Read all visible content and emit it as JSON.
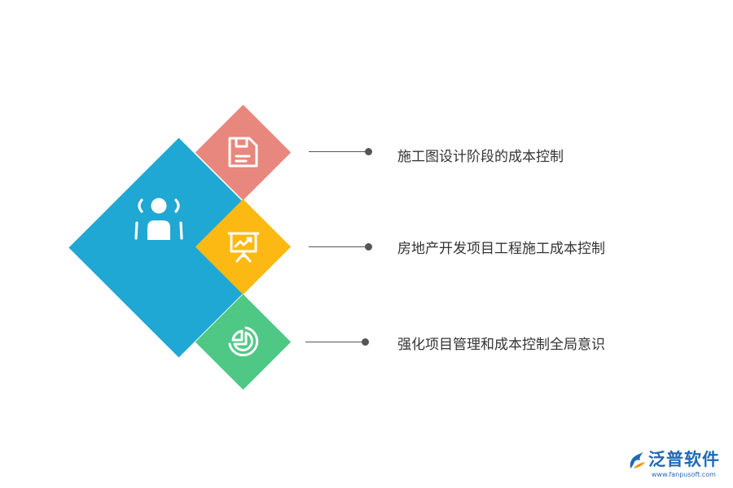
{
  "items": [
    {
      "label": "施工图设计阶段的成本控制",
      "icon": "save-document-icon",
      "color": "#e8877d"
    },
    {
      "label": "房地产开发项目工程施工成本控制",
      "icon": "presentation-chart-icon",
      "color": "#fdb913"
    },
    {
      "label": "强化项目管理和成本控制全局意识",
      "icon": "pie-chart-icon",
      "color": "#4fc886"
    }
  ],
  "central": {
    "icon": "user-icon",
    "color": "#1fa8d3"
  },
  "logo": {
    "name": "泛普软件",
    "url": "www.fanpusoft.com",
    "color": "#1f69b5"
  }
}
